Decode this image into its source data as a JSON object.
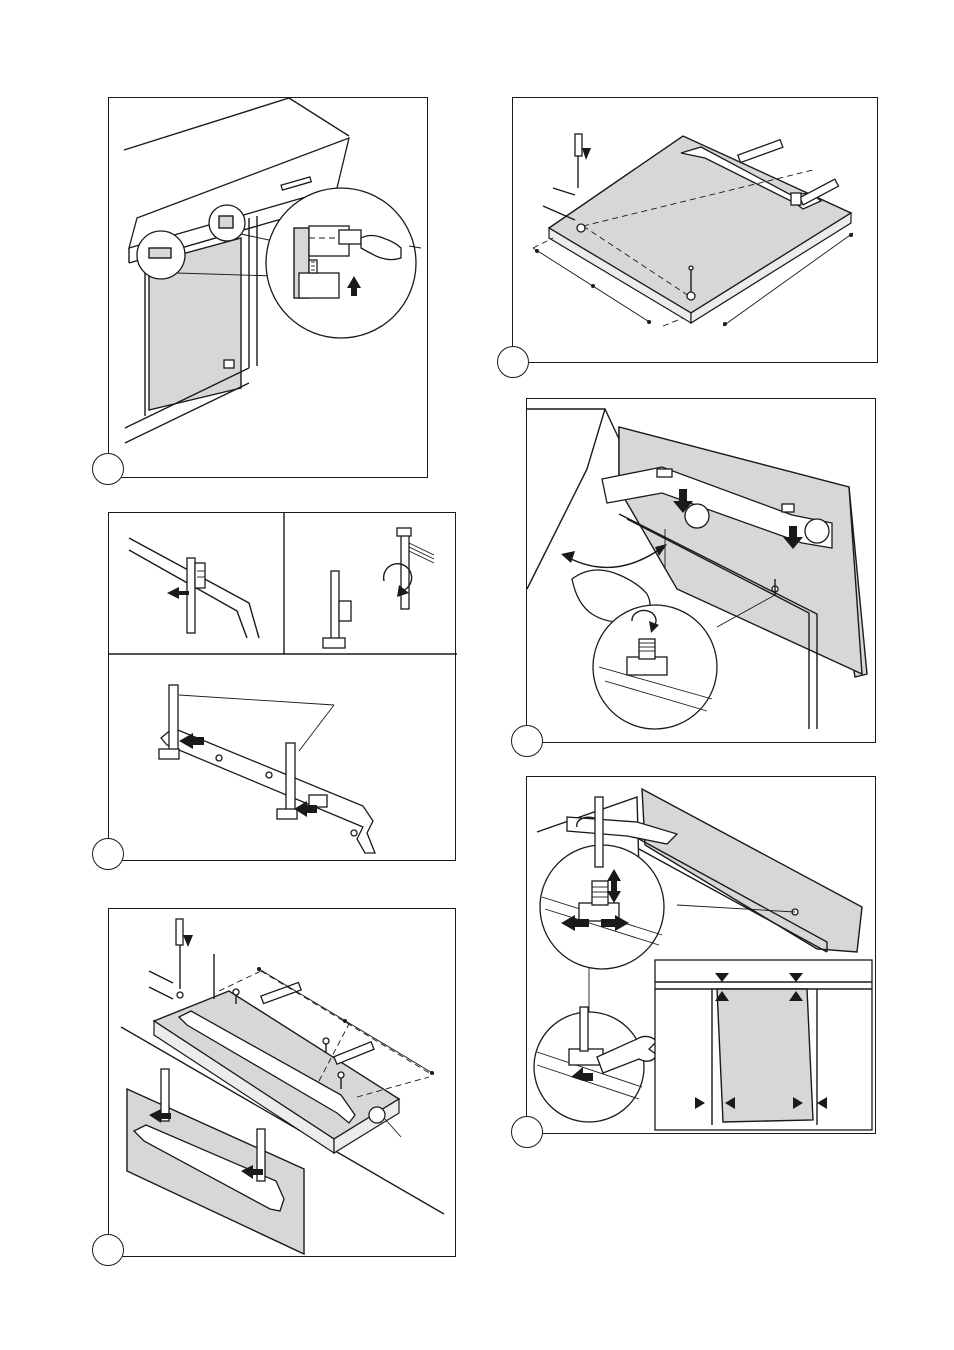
{
  "page": {
    "panels": [
      {
        "id": "panel-1",
        "step_label": ""
      },
      {
        "id": "panel-2",
        "step_label": ""
      },
      {
        "id": "panel-3",
        "step_label": ""
      },
      {
        "id": "panel-4",
        "step_label": ""
      },
      {
        "id": "panel-5",
        "step_label": ""
      },
      {
        "id": "panel-6",
        "step_label": ""
      }
    ]
  },
  "colors": {
    "line": "#1a1a1a",
    "panel_fill": "#d7d7d7",
    "background": "#ffffff"
  }
}
